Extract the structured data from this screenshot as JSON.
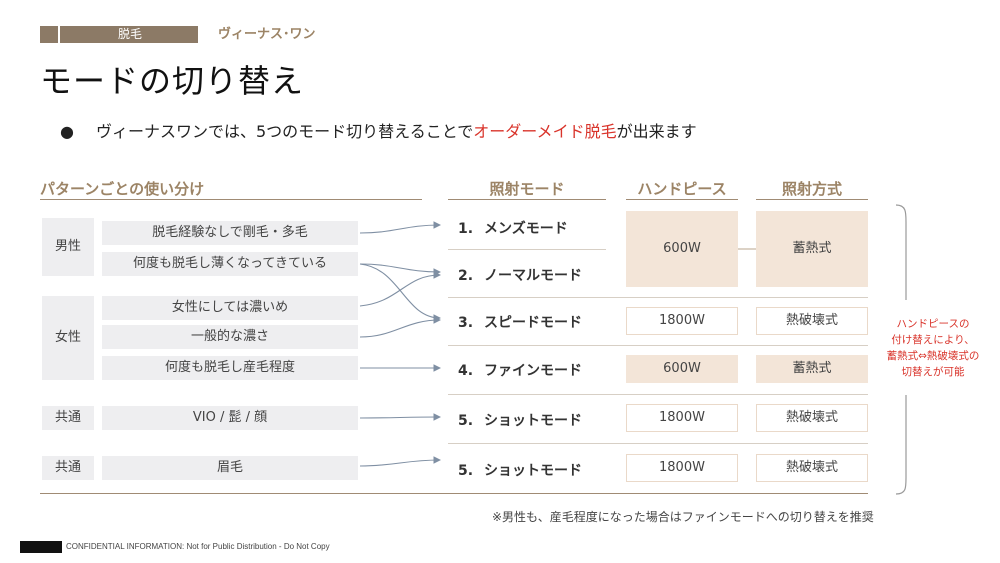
{
  "header": {
    "tag": "脱毛",
    "brand": "ヴィーナス･ワン",
    "title": "モードの切り替え"
  },
  "bullet": {
    "marker": "●",
    "text_before": "ヴィーナスワンでは、5つのモード切り替えることで",
    "text_highlight": "オーダーメイド脱毛",
    "text_after": "が出来ます"
  },
  "columns": {
    "pattern": "パターンごとの使い分け",
    "mode": "照射モード",
    "handpiece": "ハンドピース",
    "method": "照射方式"
  },
  "groups": [
    {
      "label": "男性",
      "items": [
        "脱毛経験なしで剛毛・多毛",
        "何度も脱毛し薄くなってきている"
      ]
    },
    {
      "label": "女性",
      "items": [
        "女性にしては濃いめ",
        "一般的な濃さ",
        "何度も脱毛し産毛程度"
      ]
    },
    {
      "label": "共通",
      "items": [
        "VIO / 髭 / 顔"
      ]
    },
    {
      "label": "共通",
      "items": [
        "眉毛"
      ]
    }
  ],
  "modes": [
    {
      "num": "1.",
      "name": "メンズモード"
    },
    {
      "num": "2.",
      "name": "ノーマルモード"
    },
    {
      "num": "3.",
      "name": "スピードモード"
    },
    {
      "num": "4.",
      "name": "ファインモード"
    },
    {
      "num": "5.",
      "name": "ショットモード"
    },
    {
      "num": "5.",
      "name": "ショットモード"
    }
  ],
  "cells": {
    "row12_hp": "600W",
    "row12_method": "蓄熱式",
    "row3_hp": "1800W",
    "row3_method": "熱破壊式",
    "row4_hp": "600W",
    "row4_method": "蓄熱式",
    "row5_hp": "1800W",
    "row5_method": "熱破壊式",
    "row6_hp": "1800W",
    "row6_method": "熱破壊式"
  },
  "side_note": [
    "ハンドピースの",
    "付け替えにより、",
    "蓄熱式⇔熱破壊式の",
    "切替えが可能"
  ],
  "footnote": "※男性も、産毛程度になった場合はファインモードへの切り替えを推奨",
  "confidential": "CONFIDENTIAL INFORMATION: Not for Public Distribution - Do Not Copy",
  "colors": {
    "accent_brown": "#9c8466",
    "highlight_red": "#d9342b",
    "fill_beige": "#f3e5d8",
    "label_gray": "#eeeef0"
  }
}
